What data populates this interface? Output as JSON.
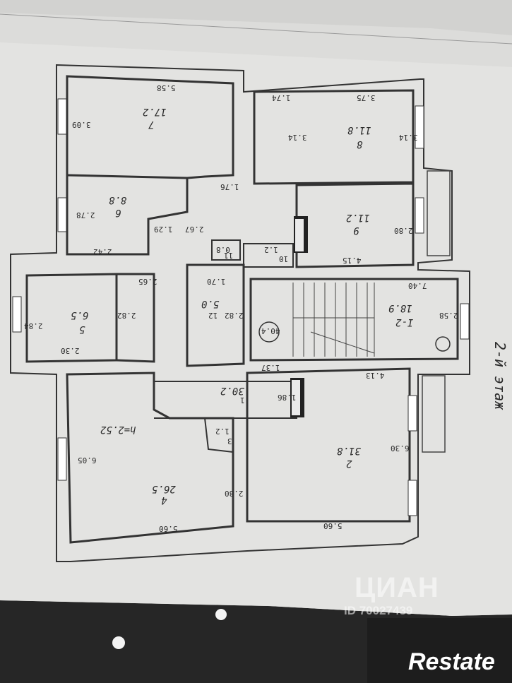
{
  "plan": {
    "title": "2-й этаж",
    "rooms": [
      {
        "no": "7",
        "area": "17.2"
      },
      {
        "no": "8",
        "area": "11.8"
      },
      {
        "no": "9",
        "area": "11.2"
      },
      {
        "no": "6",
        "area": "8.8"
      },
      {
        "no": "5",
        "area": "6.5"
      },
      {
        "no": "10",
        "area": "1.2"
      },
      {
        "no": "11",
        "area": "0.8"
      },
      {
        "no": "12",
        "area": "5.0"
      },
      {
        "no": "1",
        "area": "30.2"
      },
      {
        "no": "3",
        "area": "1.2"
      },
      {
        "no": "4",
        "area": "26.5"
      },
      {
        "no": "2",
        "area": "31.8"
      },
      {
        "no": "I-2",
        "area": "18.9"
      }
    ],
    "dimensions": [
      "5.58",
      "3.09",
      "1.74",
      "3.75",
      "3.14",
      "3.14",
      "1.76",
      "2.78",
      "2.67",
      "1.29",
      "2.80",
      "2.42",
      "4.15",
      "2.65",
      "1.70",
      "7.40",
      "2.84",
      "2.82",
      "2.82",
      "2.58",
      "2.30",
      "1.37",
      "1.86",
      "4.13",
      "6.05",
      "2.80",
      "6.30",
      "5.60",
      "5.60"
    ],
    "height_note": "h=2.52",
    "misc_note": "40.4"
  },
  "watermark": {
    "cian": "ЦИАН",
    "id": "ID 70027439",
    "brand": "Restate"
  }
}
